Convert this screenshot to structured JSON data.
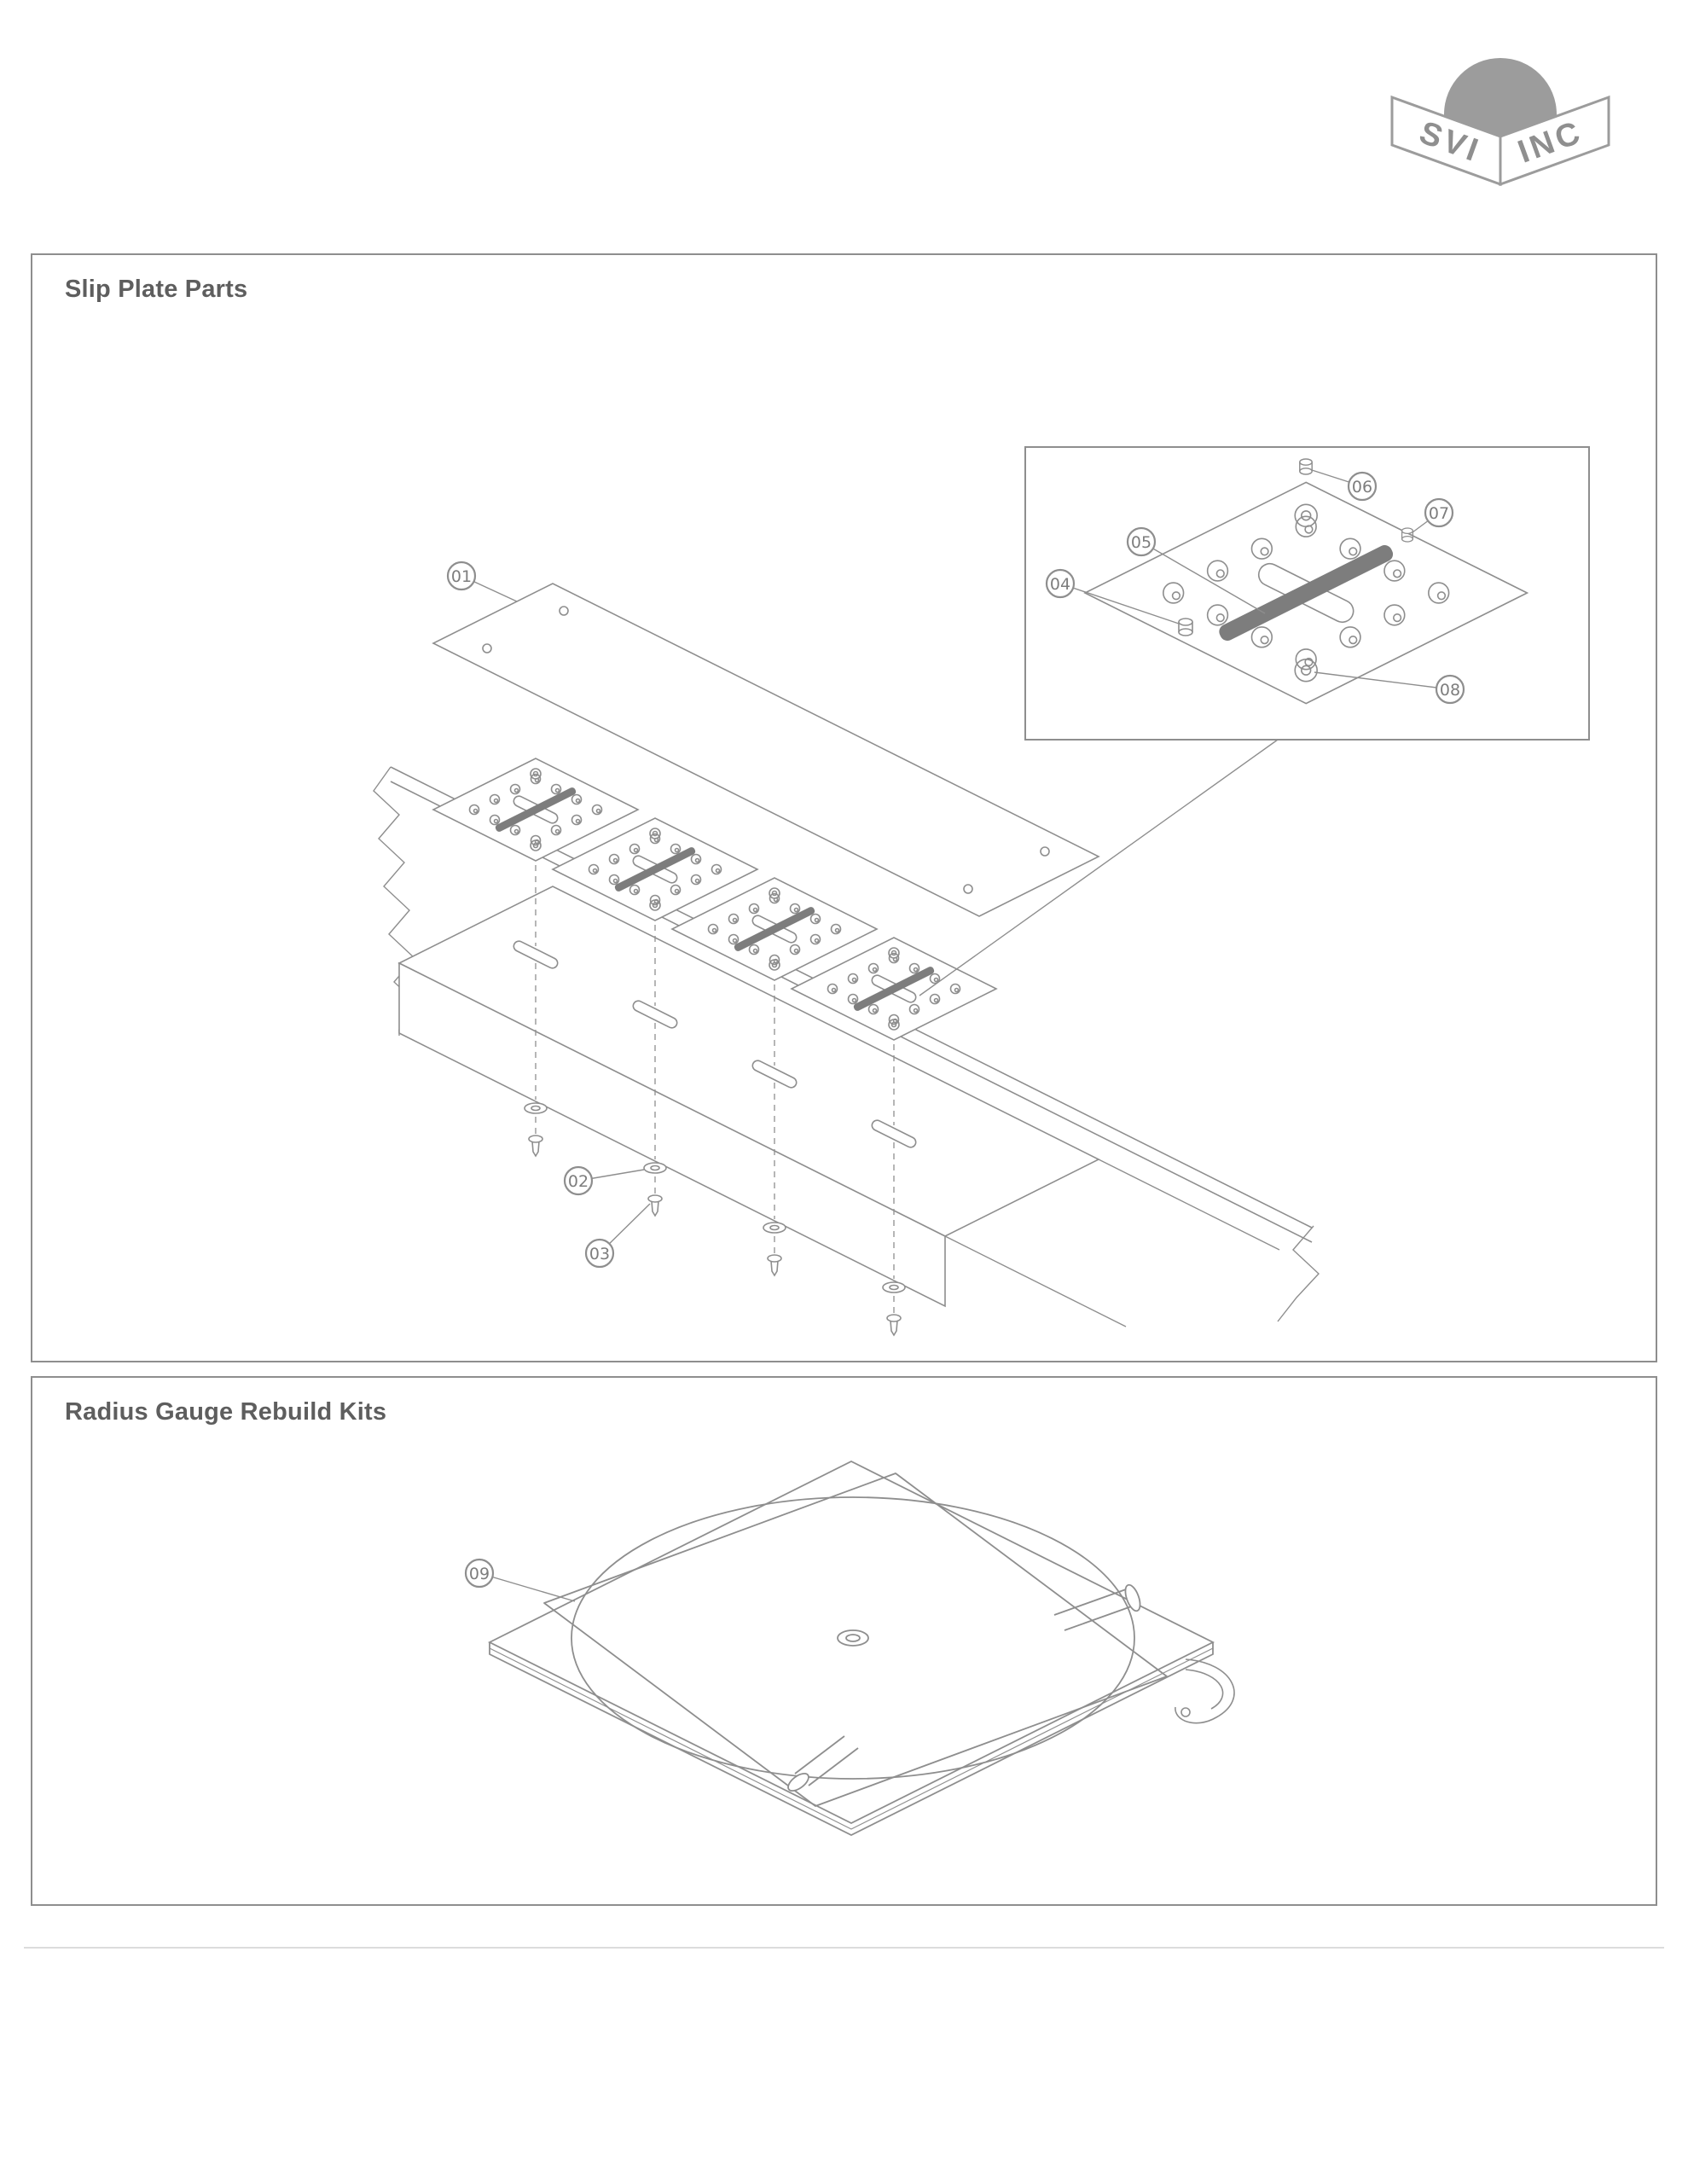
{
  "logo": {
    "left": "SVI",
    "right": "INC"
  },
  "panels": [
    {
      "id": "slip-plate-parts",
      "title": "Slip Plate Parts"
    },
    {
      "id": "radius-gauge-rebuild-kits",
      "title": "Radius Gauge Rebuild Kits"
    }
  ],
  "callouts": {
    "c01": "01",
    "c02": "02",
    "c03": "03",
    "c04": "04",
    "c05": "05",
    "c06": "06",
    "c07": "07",
    "c08": "08",
    "c09": "09"
  },
  "colors": {
    "line": "#8e8e8e",
    "title": "#5e5e5e",
    "panel_border": "#8e8e8e",
    "logo_gray": "#9c9c9c",
    "callout_text": "#7d7d7d",
    "dark_bar": "#7d7d7d"
  }
}
